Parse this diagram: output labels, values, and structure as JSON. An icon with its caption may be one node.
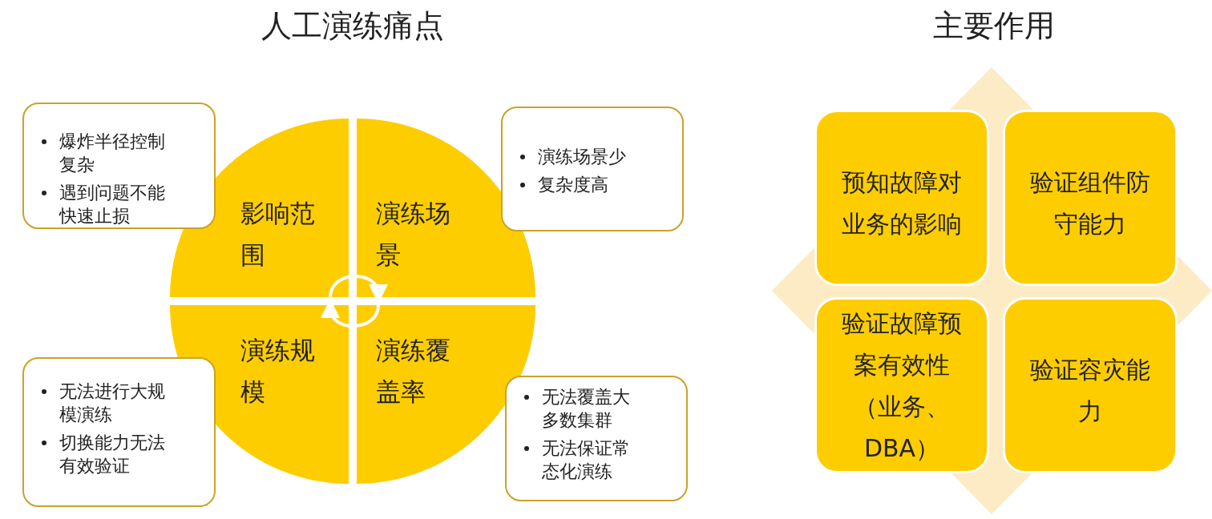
{
  "diagram": {
    "nodes": [
      {
        "text": [
          "影响范围"
        ]
      },
      {
        "text": [
          "演练场景"
        ]
      },
      {
        "text": [
          "演练规模"
        ]
      },
      {
        "text": [
          "演练覆盖率"
        ]
      },
      {
        "text": [
          "爆炸半径控制复杂",
          "遇到问题不能快速止损"
        ]
      },
      {
        "text": [
          "演练场景少",
          "复杂度高"
        ]
      },
      {
        "text": [
          "无法进行大规模演练",
          "切换能力无法有效验证"
        ]
      },
      {
        "text": [
          "无法覆盖大多数集群",
          "无法保证常态化演练"
        ]
      },
      {
        "text": [
          "预知故障对业务的影响"
        ]
      },
      {
        "text": [
          "验证组件防守能力"
        ]
      },
      {
        "text": [
          "验证故障预案有效性（业务、DBA）"
        ]
      },
      {
        "text": [
          "验证容灾能力"
        ]
      }
    ],
    "edges": [
      {
        "from": 0,
        "to": 1,
        "arrow": "to"
      },
      {
        "from": 3,
        "to": 2,
        "arrow": "to"
      }
    ],
    "labels": [
      "人工演练痛点",
      "主要作用"
    ]
  }
}
